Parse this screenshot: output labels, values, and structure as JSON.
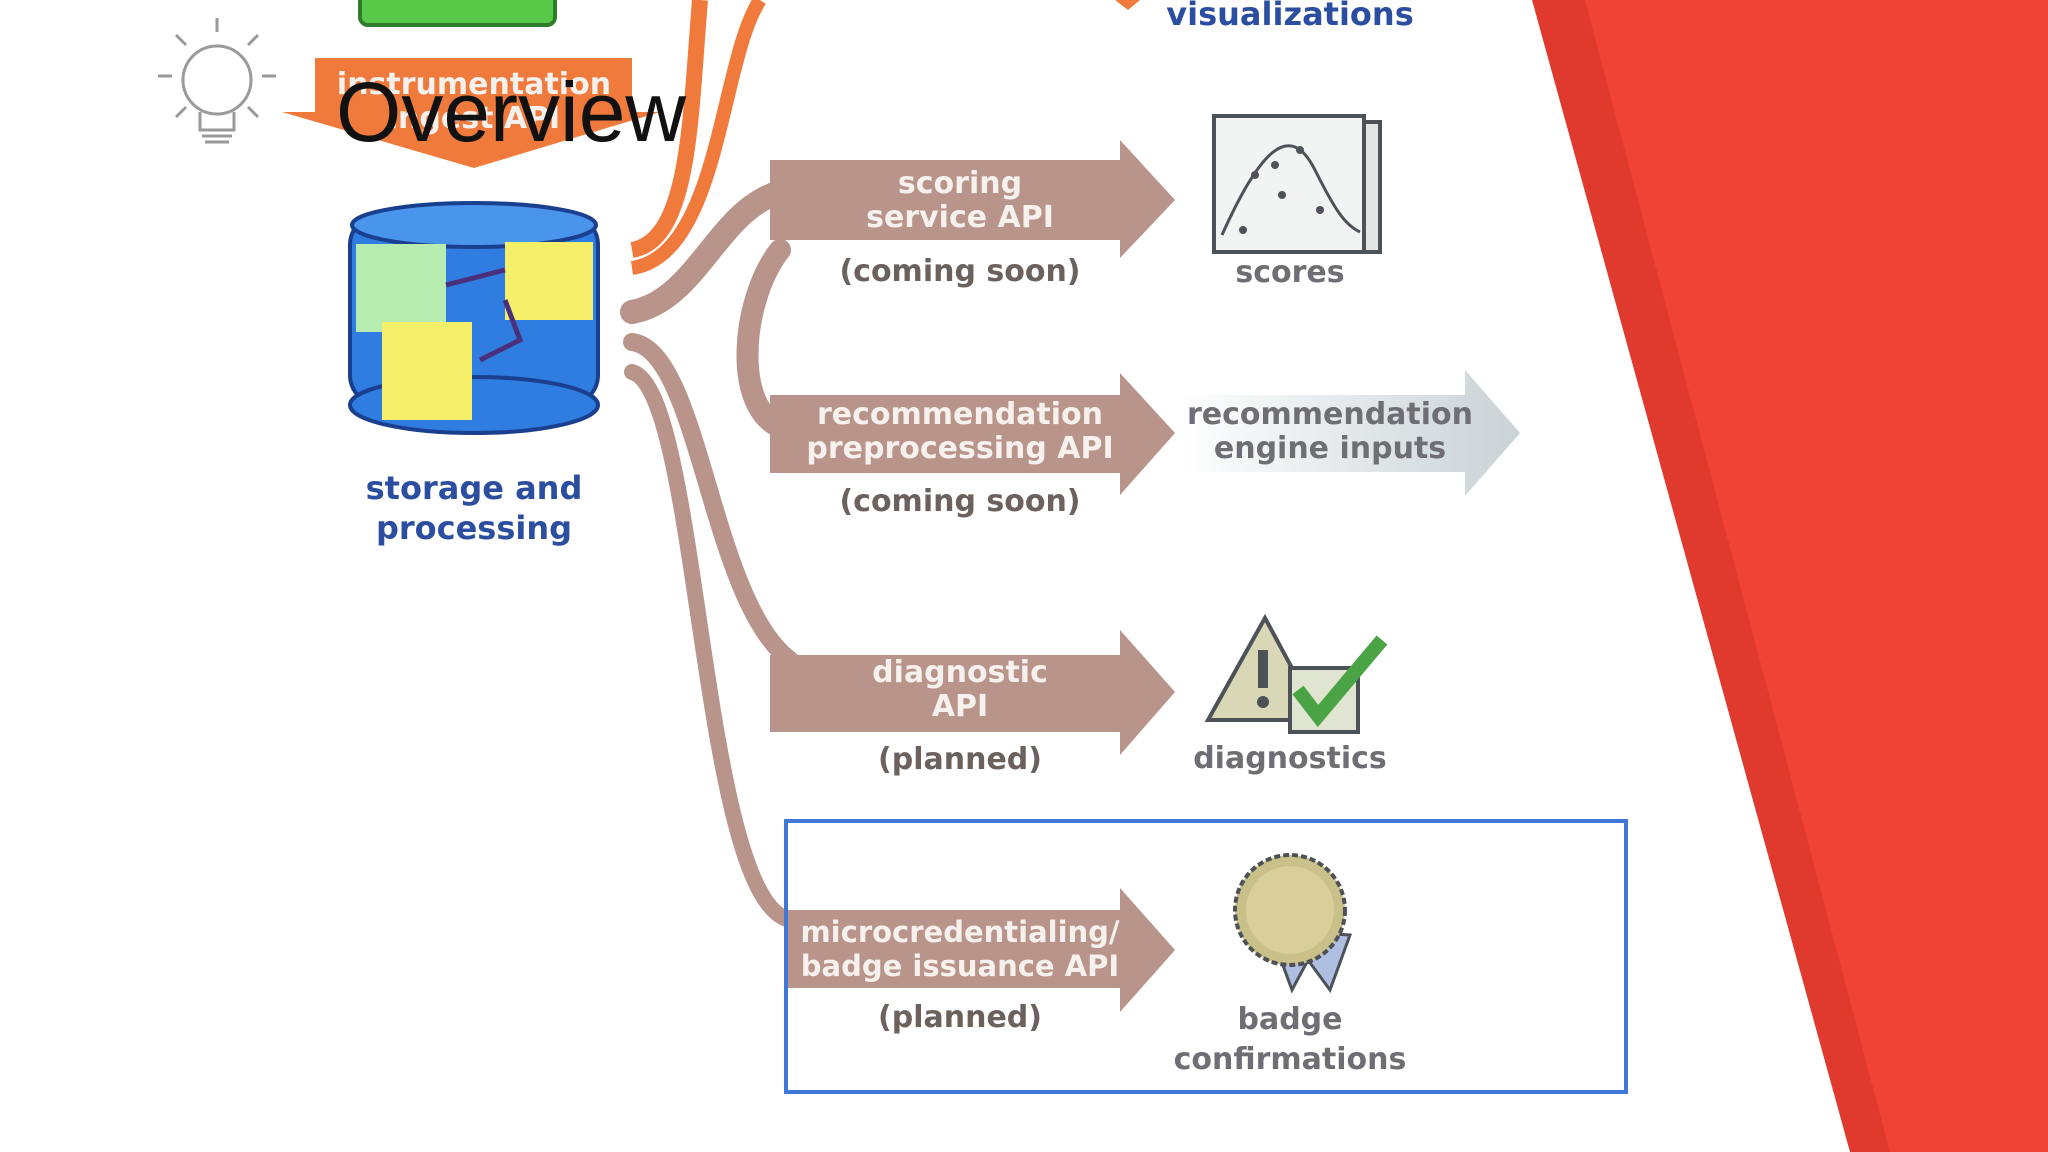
{
  "slide": {
    "title": "Overview",
    "icon": "lightbulb-icon"
  },
  "diagram": {
    "ingest": {
      "label_line1": "instrumentation",
      "label_line2": "ingest API"
    },
    "storage": {
      "label_line1": "storage and",
      "label_line2": "processing"
    },
    "top_output": {
      "label": "visualizations"
    },
    "branches": [
      {
        "api_line1": "scoring",
        "api_line2": "service API",
        "status": "(coming soon)",
        "output_line1": "scores",
        "output_line2": ""
      },
      {
        "api_line1": "recommendation",
        "api_line2": "preprocessing API",
        "status": "(coming soon)",
        "output_line1": "recommendation",
        "output_line2": "engine inputs"
      },
      {
        "api_line1": "diagnostic",
        "api_line2": "API",
        "status": "(planned)",
        "output_line1": "diagnostics",
        "output_line2": ""
      },
      {
        "api_line1": "microcredentialing/",
        "api_line2": "badge issuance API",
        "status": "(planned)",
        "output_line1": "badge",
        "output_line2": "confirmations"
      }
    ]
  },
  "colors": {
    "accent_red": "#f04235",
    "accent_red_dark": "#e03a2e",
    "ingest_orange": "#ef7a3c",
    "branch_brown": "#b8948a",
    "highlight_blue": "#3f78d6",
    "label_blue": "#2c4ea0"
  }
}
